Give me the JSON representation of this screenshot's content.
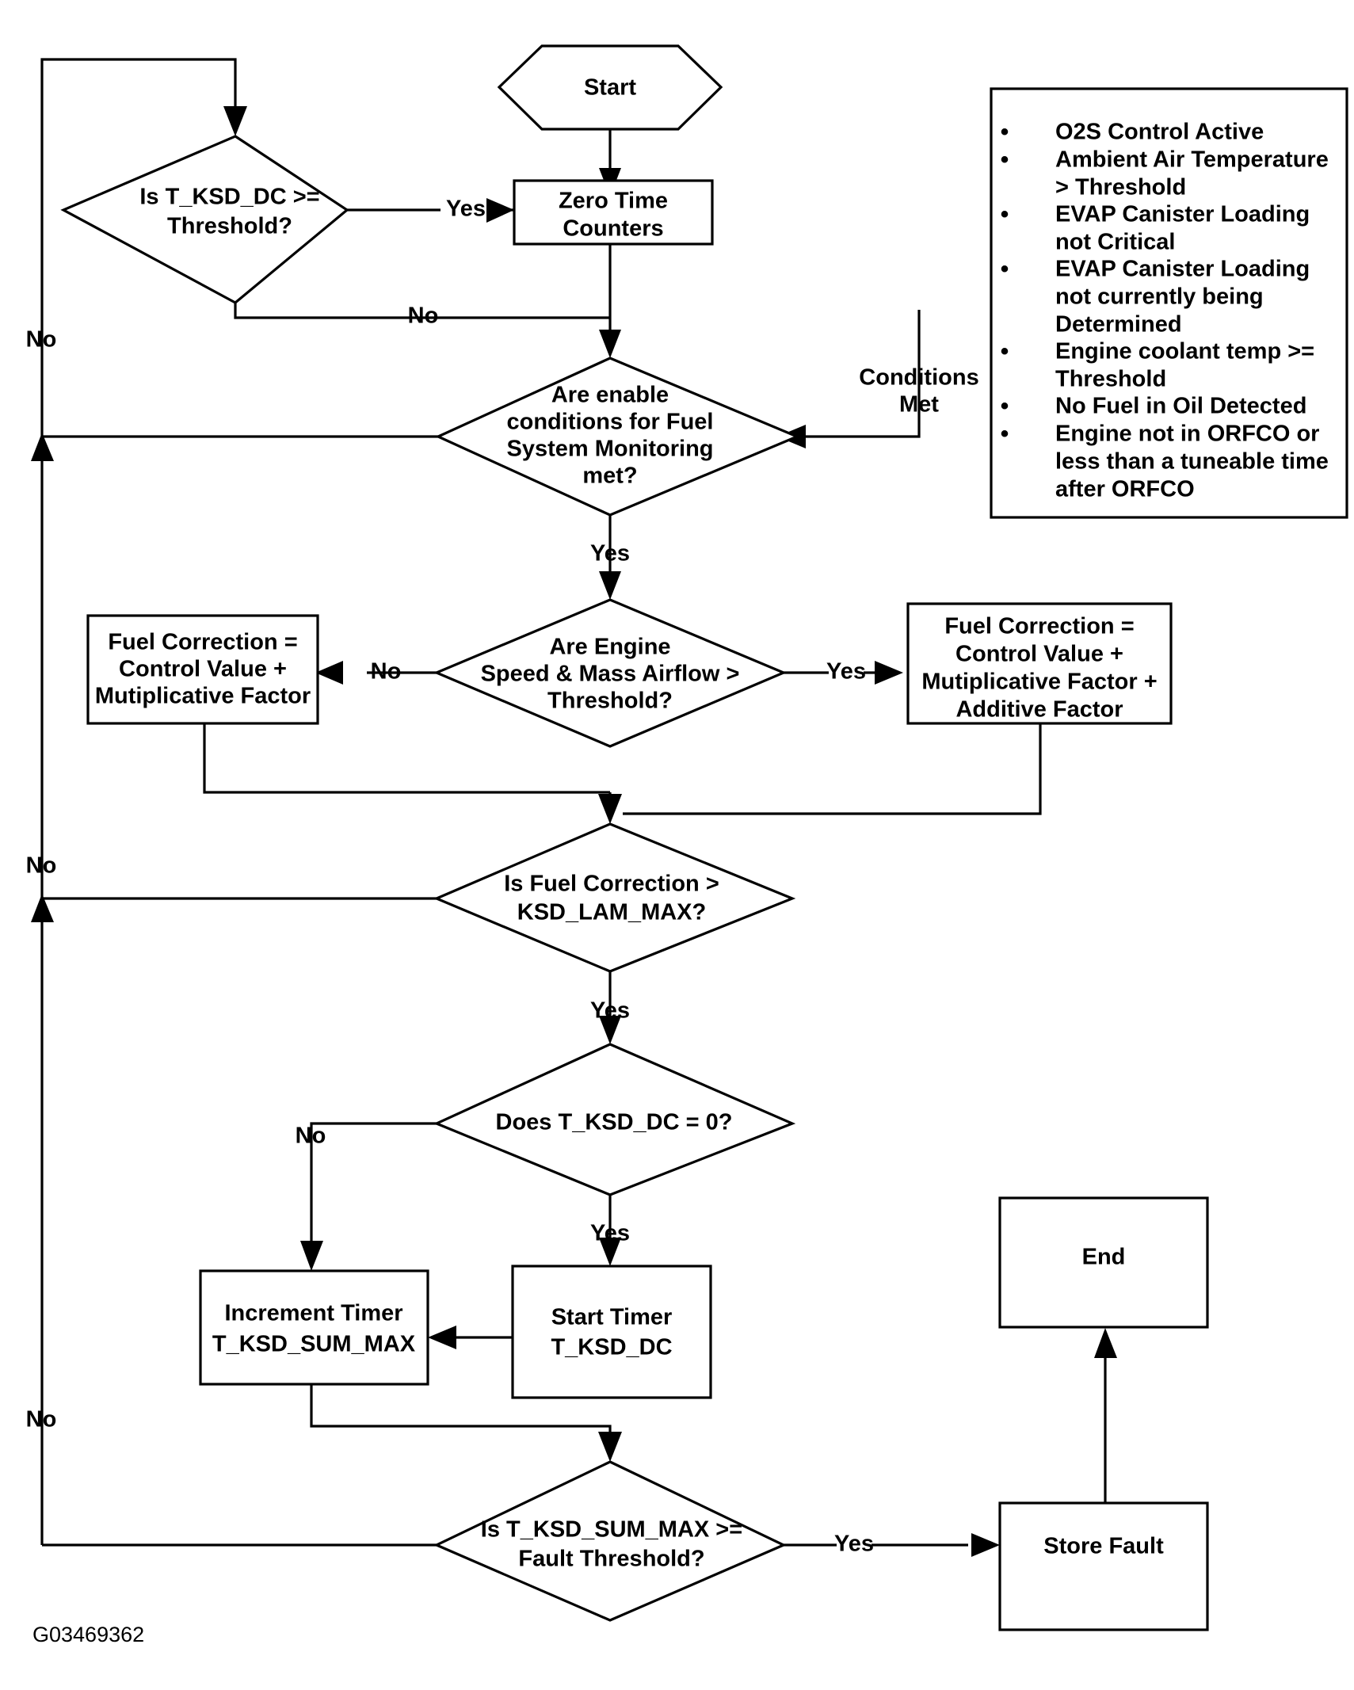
{
  "figure": {
    "id_label": "G03469362",
    "title": "Fuel System Monitoring Flowchart"
  },
  "nodes": {
    "start": {
      "label": "Start",
      "shape": "hexagon"
    },
    "zero_time_counters": {
      "label_line1": "Zero Time",
      "label_line2": "Counters",
      "shape": "process"
    },
    "t_ksd_dc_threshold": {
      "label_line1": "Is T_KSD_DC >=",
      "label_line2": "Threshold?",
      "shape": "decision"
    },
    "enable_conditions": {
      "label_line1": "Are enable",
      "label_line2": "conditions for Fuel",
      "label_line3": "System Monitoring",
      "label_line4": "met?",
      "shape": "decision"
    },
    "engine_speed_maf": {
      "label_line1": "Are Engine",
      "label_line2": "Speed & Mass Airflow >",
      "label_line3": "Threshold?",
      "shape": "decision"
    },
    "fuel_corr_mult": {
      "label_line1": "Fuel Correction =",
      "label_line2": "Control Value +",
      "label_line3": "Mutiplicative Factor",
      "shape": "process"
    },
    "fuel_corr_mult_add": {
      "label_line1": "Fuel Correction =",
      "label_line2": "Control Value +",
      "label_line3": "Mutiplicative Factor +",
      "label_line4": "Additive Factor",
      "shape": "process"
    },
    "fuel_corr_lam_max": {
      "label_line1": "Is Fuel Correction >",
      "label_line2": "KSD_LAM_MAX?",
      "shape": "decision"
    },
    "t_ksd_dc_zero": {
      "label_line1": "Does T_KSD_DC = 0?",
      "shape": "decision"
    },
    "increment_timer": {
      "label_line1": "Increment Timer",
      "label_line2": "T_KSD_SUM_MAX",
      "shape": "process"
    },
    "start_timer": {
      "label_line1": "Start Timer",
      "label_line2": "T_KSD_DC",
      "shape": "process"
    },
    "sum_max_fault": {
      "label_line1": "Is T_KSD_SUM_MAX >=",
      "label_line2": "Fault Threshold?",
      "shape": "decision"
    },
    "store_fault": {
      "label_line1": "Store Fault",
      "shape": "process"
    },
    "end": {
      "label_line1": "End",
      "shape": "process"
    }
  },
  "edge_labels": {
    "yes_from_ksd_dc": "Yes",
    "no_from_ksd_dc": "No",
    "no_enable_left": "No",
    "yes_enable": "Yes",
    "conditions_met_line1": "Conditions",
    "conditions_met_line2": "Met",
    "no_engine_speed": "No",
    "yes_engine_speed": "Yes",
    "no_lam_max": "No",
    "yes_lam_max": "Yes",
    "no_dc_zero": "No",
    "yes_dc_zero": "Yes",
    "no_fault_threshold": "No",
    "yes_fault_threshold": "Yes"
  },
  "conditions_box": {
    "items": [
      "O2S Control Active",
      "Ambient Air Temperature\n> Threshold",
      "EVAP Canister Loading\nnot Critical",
      "EVAP Canister Loading\nnot currently being\nDetermined",
      "Engine coolant temp >=\nThreshold",
      "No Fuel in Oil Detected",
      "Engine not in ORFCO or\nless than a tuneable time\nafter ORFCO"
    ],
    "lines": [
      {
        "bullet": true,
        "text": "O2S Control Active"
      },
      {
        "bullet": true,
        "text": "Ambient Air Temperature"
      },
      {
        "bullet": false,
        "text": "> Threshold"
      },
      {
        "bullet": true,
        "text": "EVAP Canister Loading"
      },
      {
        "bullet": false,
        "text": "not Critical"
      },
      {
        "bullet": true,
        "text": "EVAP Canister Loading"
      },
      {
        "bullet": false,
        "text": "not currently being"
      },
      {
        "bullet": false,
        "text": "Determined"
      },
      {
        "bullet": true,
        "text": "Engine coolant temp >="
      },
      {
        "bullet": false,
        "text": "Threshold"
      },
      {
        "bullet": true,
        "text": "No Fuel in Oil Detected"
      },
      {
        "bullet": true,
        "text": "Engine not in ORFCO or"
      },
      {
        "bullet": false,
        "text": "less than a tuneable time"
      },
      {
        "bullet": false,
        "text": "after ORFCO"
      }
    ]
  },
  "colors": {
    "stroke": "#000000",
    "fill": "#ffffff",
    "text": "#000000"
  }
}
